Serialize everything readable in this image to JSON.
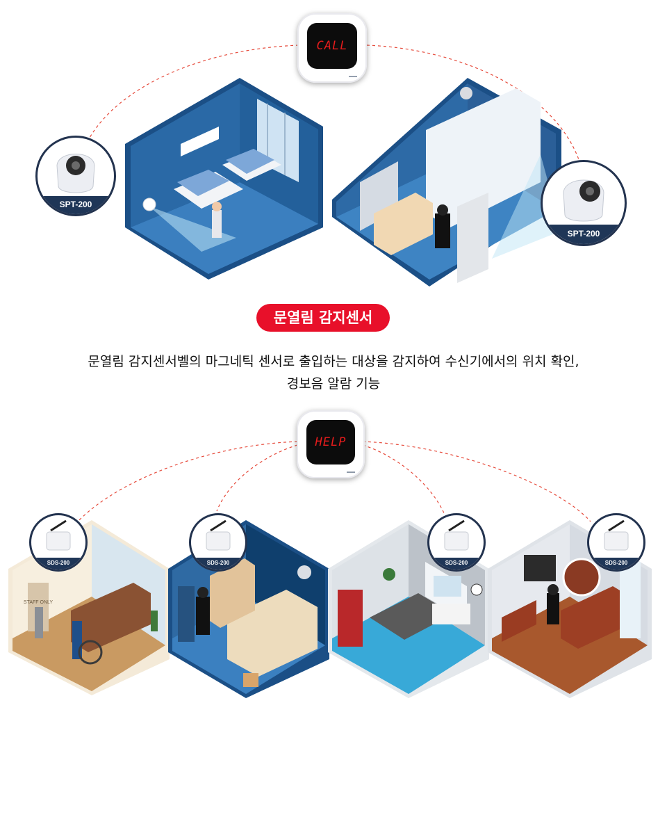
{
  "top_receiver": {
    "display": "CALL"
  },
  "bottom_receiver": {
    "display": "HELP"
  },
  "sensor_top_left": {
    "label": "SPT-200"
  },
  "sensor_top_right": {
    "label": "SPT-200"
  },
  "bottom_sensors": [
    {
      "label": "SDS-200"
    },
    {
      "label": "SDS-200"
    },
    {
      "label": "SDS-200"
    },
    {
      "label": "SDS-200"
    }
  ],
  "scene_text": {
    "staff_only": "STAFF ONLY"
  },
  "section": {
    "title": "문열림 감지센서",
    "description_line1": "문열림 감지센서벨의 마그네틱 센서로 출입하는 대상을 감지하여 수신기에서의 위치 확인,",
    "description_line2": "경보음 알람 기능"
  },
  "colors": {
    "accent_red": "#e8102a",
    "navy": "#1f3657",
    "room_blue": "#1b4f86",
    "dashed_line": "#e64a3b"
  }
}
